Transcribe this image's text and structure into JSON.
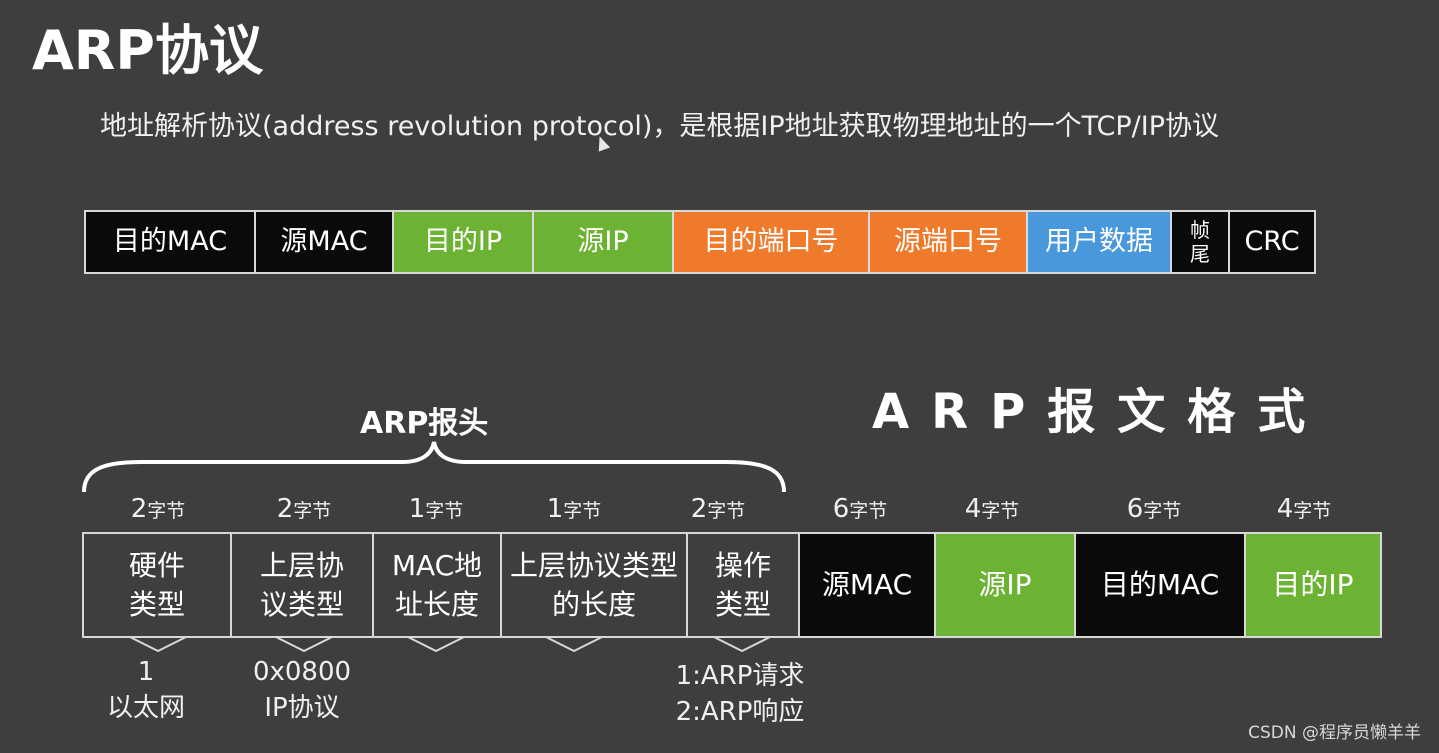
{
  "title": "ARP协议",
  "subtitle": "地址解析协议(address revolution protocol)，是根据IP地址获取物理地址的一个TCP/IP协议",
  "colors": {
    "black": "#0a0a0a",
    "green": "#6cb233",
    "orange": "#f07a2c",
    "blue": "#4a98dc"
  },
  "frame_fields": [
    {
      "label": "目的MAC",
      "color": "#0a0a0a"
    },
    {
      "label": "源MAC",
      "color": "#0a0a0a"
    },
    {
      "label": "目的IP",
      "color": "#6cb233"
    },
    {
      "label": "源IP",
      "color": "#6cb233"
    },
    {
      "label": "目的端口号",
      "color": "#f07a2c"
    },
    {
      "label": "源端口号",
      "color": "#f07a2c"
    },
    {
      "label": "用户数据",
      "color": "#4a98dc"
    },
    {
      "label": "帧尾",
      "color": "#0a0a0a"
    },
    {
      "label": "CRC",
      "color": "#0a0a0a"
    }
  ],
  "section_title": "ARP报文格式",
  "header_label": "ARP报头",
  "packet_fields": [
    {
      "size_num": "2",
      "size_unit": "字节",
      "label": "硬件类型"
    },
    {
      "size_num": "2",
      "size_unit": "字节",
      "label": "上层协议类型"
    },
    {
      "size_num": "1",
      "size_unit": "字节",
      "label": "MAC地址长度"
    },
    {
      "size_num": "1",
      "size_unit": "字节",
      "label": "上层协议类型的长度"
    },
    {
      "size_num": "2",
      "size_unit": "字节",
      "label": "操作类型"
    },
    {
      "size_num": "6",
      "size_unit": "字节",
      "label": "源MAC"
    },
    {
      "size_num": "4",
      "size_unit": "字节",
      "label": "源IP"
    },
    {
      "size_num": "6",
      "size_unit": "字节",
      "label": "目的MAC"
    },
    {
      "size_num": "4",
      "size_unit": "字节",
      "label": "目的IP"
    }
  ],
  "notes": {
    "hw_type": [
      "1",
      "以太网"
    ],
    "proto_type": [
      "0x0800",
      "IP协议"
    ],
    "op_type": [
      "1:ARP请求",
      "2:ARP响应"
    ]
  },
  "watermark": "CSDN @程序员懒羊羊"
}
